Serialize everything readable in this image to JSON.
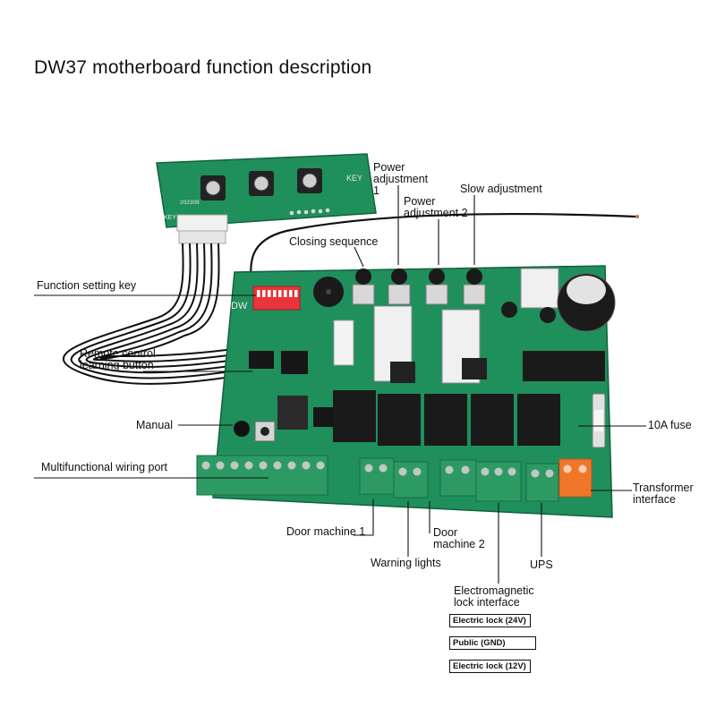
{
  "title": "DW37 motherboard function description",
  "keypad": {
    "model_code": "202308",
    "key_label_right": "KEY",
    "key_label_left": "KEY"
  },
  "board": {
    "silk_label": "DW"
  },
  "labels": {
    "power_adjustment_1": "Power adjustment 1",
    "power_adjustment_2": "Power adjustment 2",
    "slow_adjustment": "Slow adjustment",
    "closing_sequence": "Closing sequence",
    "function_setting_key": "Function setting key",
    "remote_control_learning_button": "Remote control learning button",
    "manual": "Manual",
    "fuse_10a": "10A fuse",
    "multifunctional_wiring_port": "Multifunctional wiring port",
    "transformer_interface": "Transformer interface",
    "door_machine_1": "Door machine 1",
    "door_machine_2": "Door machine 2",
    "warning_lights": "Warning lights",
    "ups": "UPS",
    "electromagnetic_lock_interface": "Electromagnetic lock interface"
  },
  "lock_terminals": [
    "Electric lock (24V)",
    "Public (GND)",
    "Electric lock (12V)"
  ],
  "colors": {
    "pcb": "#1f8f5c",
    "terminal_green": "#2e9a63",
    "terminal_orange": "#f0762a",
    "dip_switch": "#e8343a",
    "relay": "#1a1a1a"
  }
}
